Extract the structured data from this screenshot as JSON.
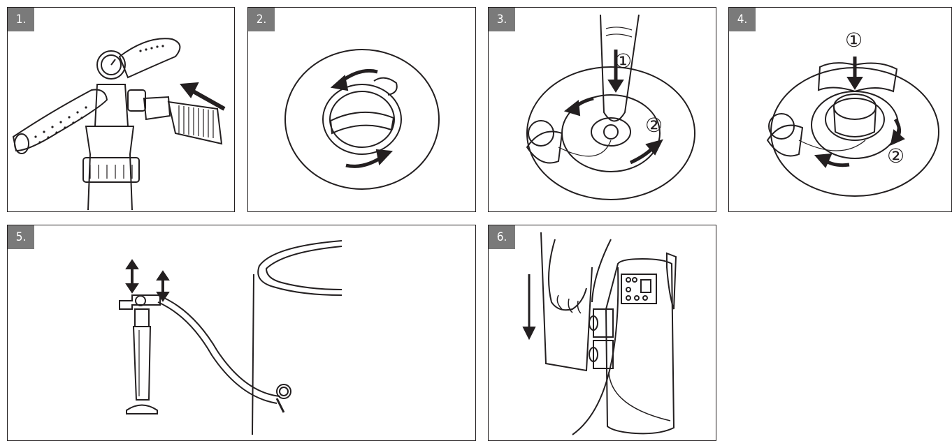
{
  "steps": [
    {
      "label": "1."
    },
    {
      "label": "2."
    },
    {
      "label": "3.",
      "marks": [
        "①",
        "②"
      ]
    },
    {
      "label": "4.",
      "marks": [
        "①",
        "②"
      ]
    },
    {
      "label": "5."
    },
    {
      "label": "6."
    }
  ],
  "colors": {
    "line": "#231f20",
    "badge": "#7a7a7a",
    "badge_text": "#ffffff"
  },
  "icons": [
    "arrow-icon",
    "rotate-arrow-icon",
    "up-down-arrow-icon"
  ]
}
